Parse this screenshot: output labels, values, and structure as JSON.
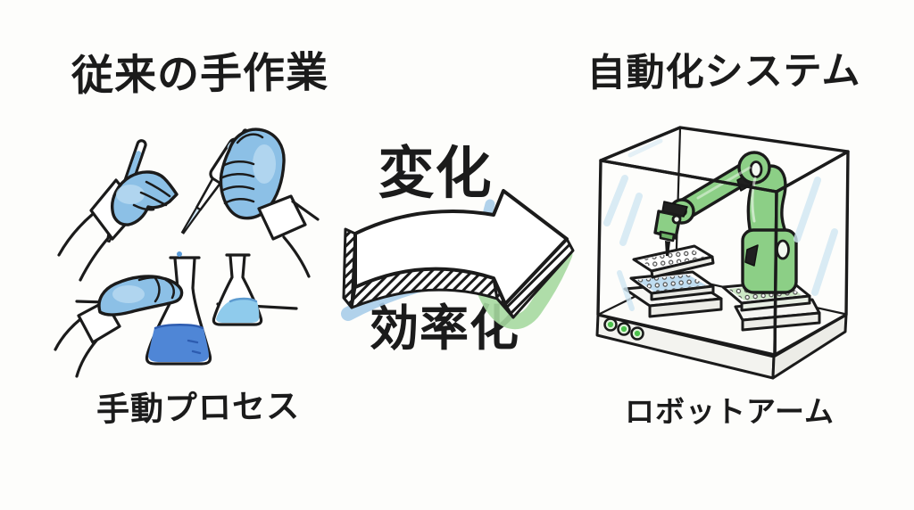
{
  "left_panel": {
    "title": "従来の手作業",
    "caption": "手動プロセス",
    "illustration": "gloved-hands-with-pipettes-and-flasks"
  },
  "center": {
    "label_top": "変化",
    "label_bottom": "効率化",
    "arrow_direction": "right"
  },
  "right_panel": {
    "title": "自動化システム",
    "caption": "ロボットアーム",
    "illustration": "robot-arm-in-glass-enclosure-with-well-plates",
    "indicator_count": "3"
  },
  "colors": {
    "background": "#fdfdfb",
    "ink": "#1b1b1b",
    "glove_blue": "#8cc0e6",
    "glove_blue_light": "#bcdcf2",
    "liquid_blue_dark": "#4f86d6",
    "liquid_blue_light": "#8fcbec",
    "robot_green": "#8ccf86",
    "arrow_glow_blue": "#a9cde9",
    "arrow_glow_green": "#a6d9a0",
    "glass_reflection": "#cfe6f3",
    "indicator_green": "#4cc24c"
  }
}
